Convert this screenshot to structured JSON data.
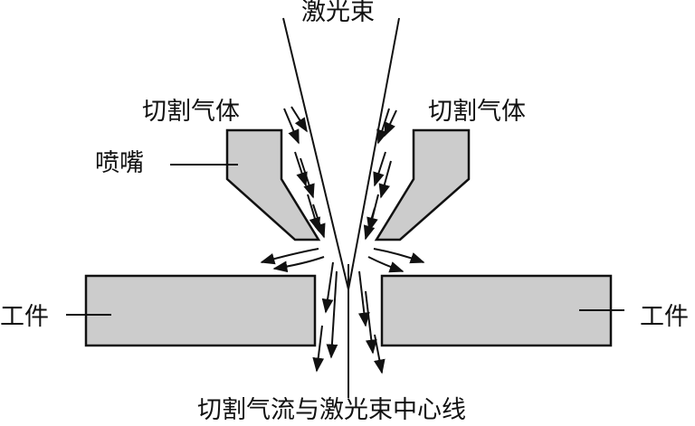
{
  "labels": {
    "laser_beam": "激光束",
    "cutting_gas_left": "切割气体",
    "cutting_gas_right": "切割气体",
    "nozzle": "喷嘴",
    "workpiece_left": "工件",
    "workpiece_right": "工件",
    "centerline": "切割气流与激光束中心线"
  },
  "colors": {
    "fill": "#cccccc",
    "stroke": "#111111",
    "background": "#ffffff"
  }
}
